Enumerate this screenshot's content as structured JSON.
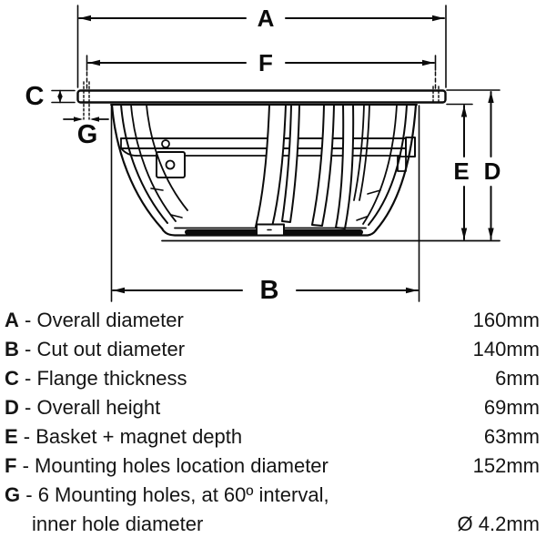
{
  "diagram": {
    "dim_labels": {
      "A": "A",
      "B": "B",
      "C": "C",
      "D": "D",
      "E": "E",
      "F": "F",
      "G": "G"
    },
    "line_color": "#0b0b0b",
    "background": "#ffffff"
  },
  "legend": {
    "rows": [
      {
        "letter": "A",
        "sep": " - ",
        "desc": "Overall diameter",
        "value": "160mm"
      },
      {
        "letter": "B",
        "sep": " - ",
        "desc": "Cut out diameter",
        "value": "140mm"
      },
      {
        "letter": "C",
        "sep": " - ",
        "desc": "Flange thickness",
        "value": "6mm"
      },
      {
        "letter": "D",
        "sep": " - ",
        "desc": "Overall height",
        "value": "69mm"
      },
      {
        "letter": "E",
        "sep": " - ",
        "desc": "Basket + magnet depth",
        "value": "63mm"
      },
      {
        "letter": "F",
        "sep": " - ",
        "desc": "Mounting holes location diameter",
        "value": "152mm"
      },
      {
        "letter": "G",
        "sep": " - ",
        "desc": "6 Mounting holes, at 60º interval,",
        "value": ""
      },
      {
        "letter": "",
        "sep": "",
        "desc": "inner hole diameter",
        "value": "Ø 4.2mm"
      }
    ]
  }
}
